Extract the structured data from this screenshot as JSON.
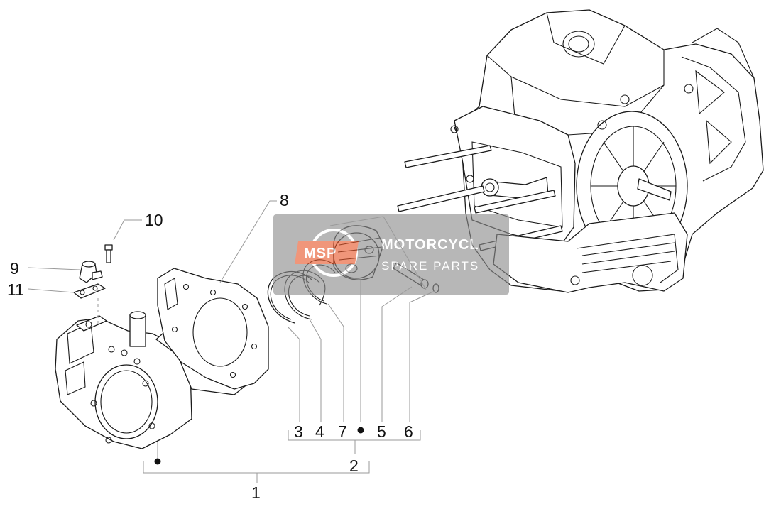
{
  "callouts": {
    "c1": "1",
    "c2": "2",
    "c3": "3",
    "c4": "4",
    "c5": "5",
    "c6": "6",
    "c7": "7",
    "c8": "8",
    "c9": "9",
    "c10": "10",
    "c11": "11"
  },
  "watermark": {
    "logo_letters": "MSP",
    "line1": "MOTORCYCL",
    "line2": "SPARE PARTS",
    "background_color": "#8c8c8c",
    "accent_color": "#e8572a"
  }
}
